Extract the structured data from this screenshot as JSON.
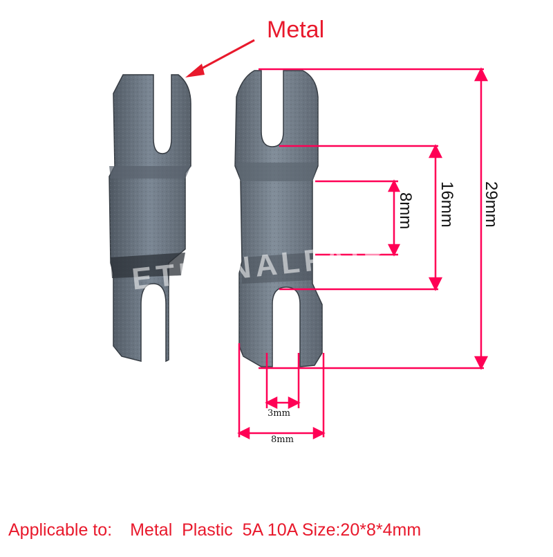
{
  "callout": {
    "label": "Metal"
  },
  "dimensions": {
    "total_length": "29mm",
    "slot_span": "16mm",
    "bend_gap": "8mm",
    "slot_width": "3mm",
    "blade_width": "8mm"
  },
  "caption": {
    "prefix": "Applicable to:",
    "specs": "Metal  Plastic  5A 10A Size:20*8*4mm"
  },
  "watermark": "ETERNALFAIR",
  "colors": {
    "annotation": "#e8192c",
    "dimension_line": "#ff0055",
    "metal": "#6e7a86",
    "metal_dark": "#3e454d",
    "background": "#ffffff"
  }
}
